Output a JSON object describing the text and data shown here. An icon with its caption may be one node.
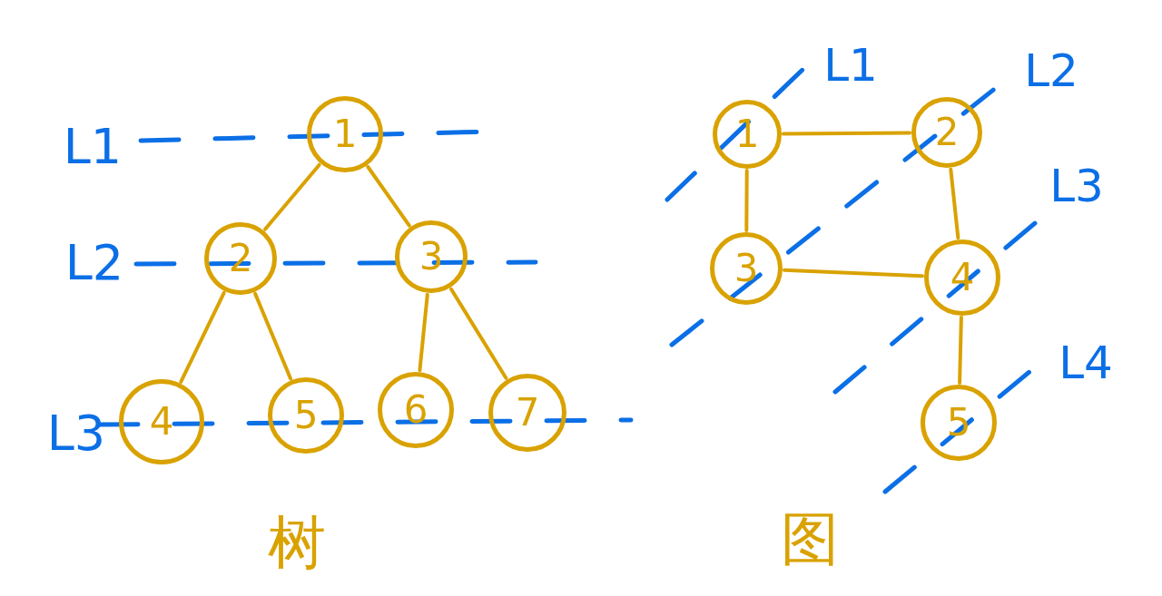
{
  "diagram": {
    "nodes": [
      {
        "text": [
          "1"
        ]
      },
      {
        "text": [
          "2"
        ]
      },
      {
        "text": [
          "3"
        ]
      },
      {
        "text": [
          "4"
        ]
      },
      {
        "text": [
          "5"
        ]
      },
      {
        "text": [
          "6"
        ]
      },
      {
        "text": [
          "7"
        ]
      },
      {
        "text": [
          "1"
        ]
      },
      {
        "text": [
          "2"
        ]
      },
      {
        "text": [
          "3"
        ]
      },
      {
        "text": [
          "4"
        ]
      },
      {
        "text": [
          "5"
        ]
      }
    ],
    "edges": [
      {
        "from": 0,
        "to": 1,
        "arrow": "none"
      },
      {
        "from": 0,
        "to": 2,
        "arrow": "none"
      },
      {
        "from": 1,
        "to": 3,
        "arrow": "none"
      },
      {
        "from": 1,
        "to": 4,
        "arrow": "none"
      },
      {
        "from": 2,
        "to": 5,
        "arrow": "none"
      },
      {
        "from": 2,
        "to": 6,
        "arrow": "none"
      },
      {
        "from": 7,
        "to": 8,
        "arrow": "none"
      },
      {
        "from": 7,
        "to": 9,
        "arrow": "none"
      },
      {
        "from": 8,
        "to": 10,
        "arrow": "none"
      },
      {
        "from": 9,
        "to": 10,
        "arrow": "none"
      },
      {
        "from": 10,
        "to": 11,
        "arrow": "none"
      }
    ],
    "labels": [
      "L1",
      "L2",
      "L3",
      "树",
      "L1",
      "L2",
      "L3",
      "L4",
      "图"
    ]
  }
}
